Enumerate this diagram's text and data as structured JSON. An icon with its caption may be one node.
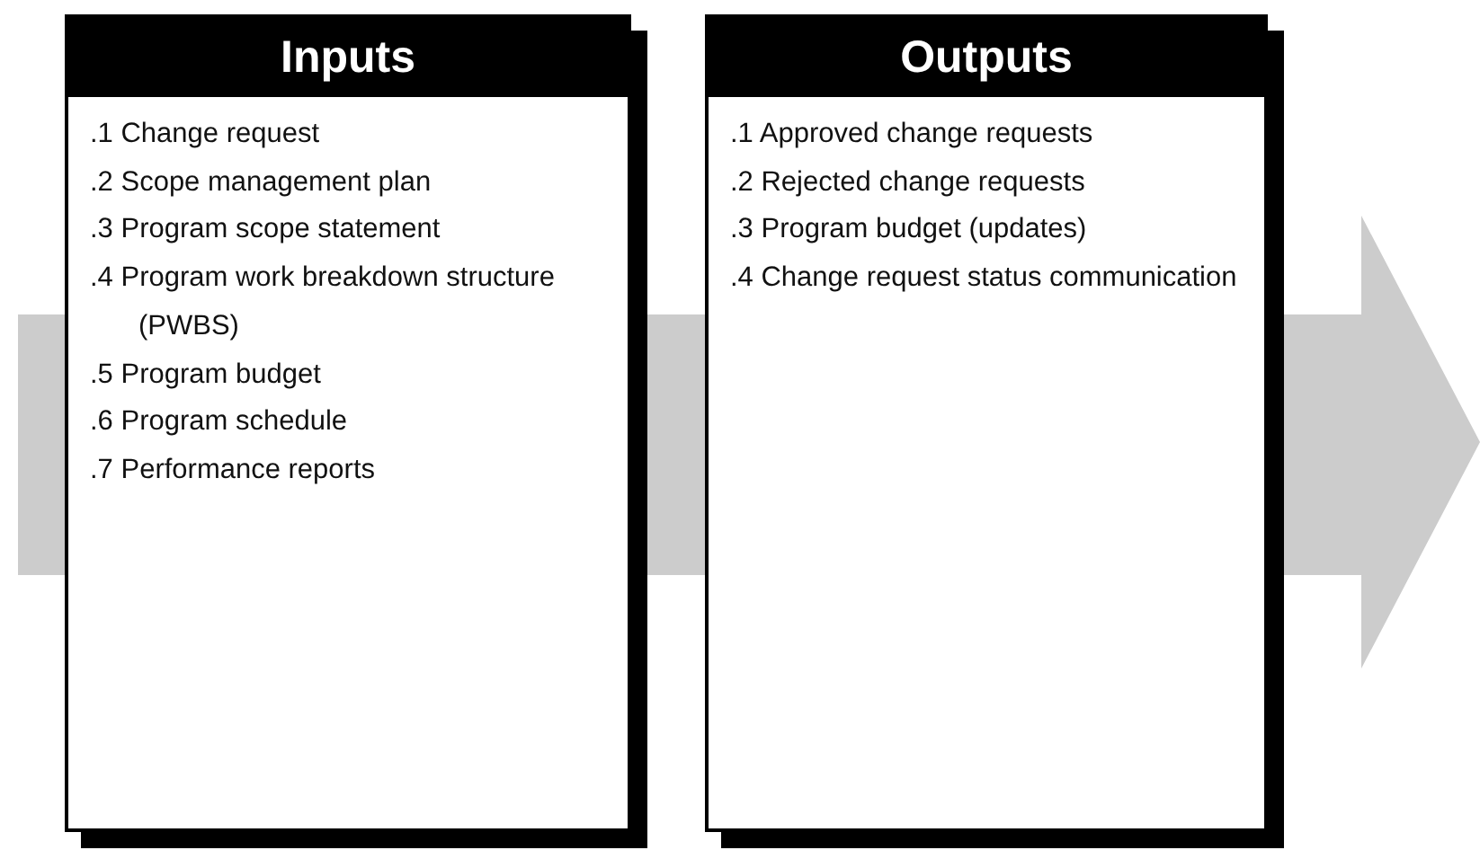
{
  "diagram": {
    "nodes": [
      {
        "text": [
          "Inputs",
          ".1 Change request",
          ".2 Scope management plan",
          ".3 Program scope statement",
          ".4 Program work breakdown structure (PWBS)",
          ".5 Program budget",
          ".6 Program schedule",
          ".7 Performance reports"
        ]
      },
      {
        "text": [
          "Outputs",
          ".1 Approved change requests",
          ".2 Rejected change requests",
          ".3 Program budget (updates)",
          ".4 Change request status communication"
        ]
      }
    ]
  }
}
